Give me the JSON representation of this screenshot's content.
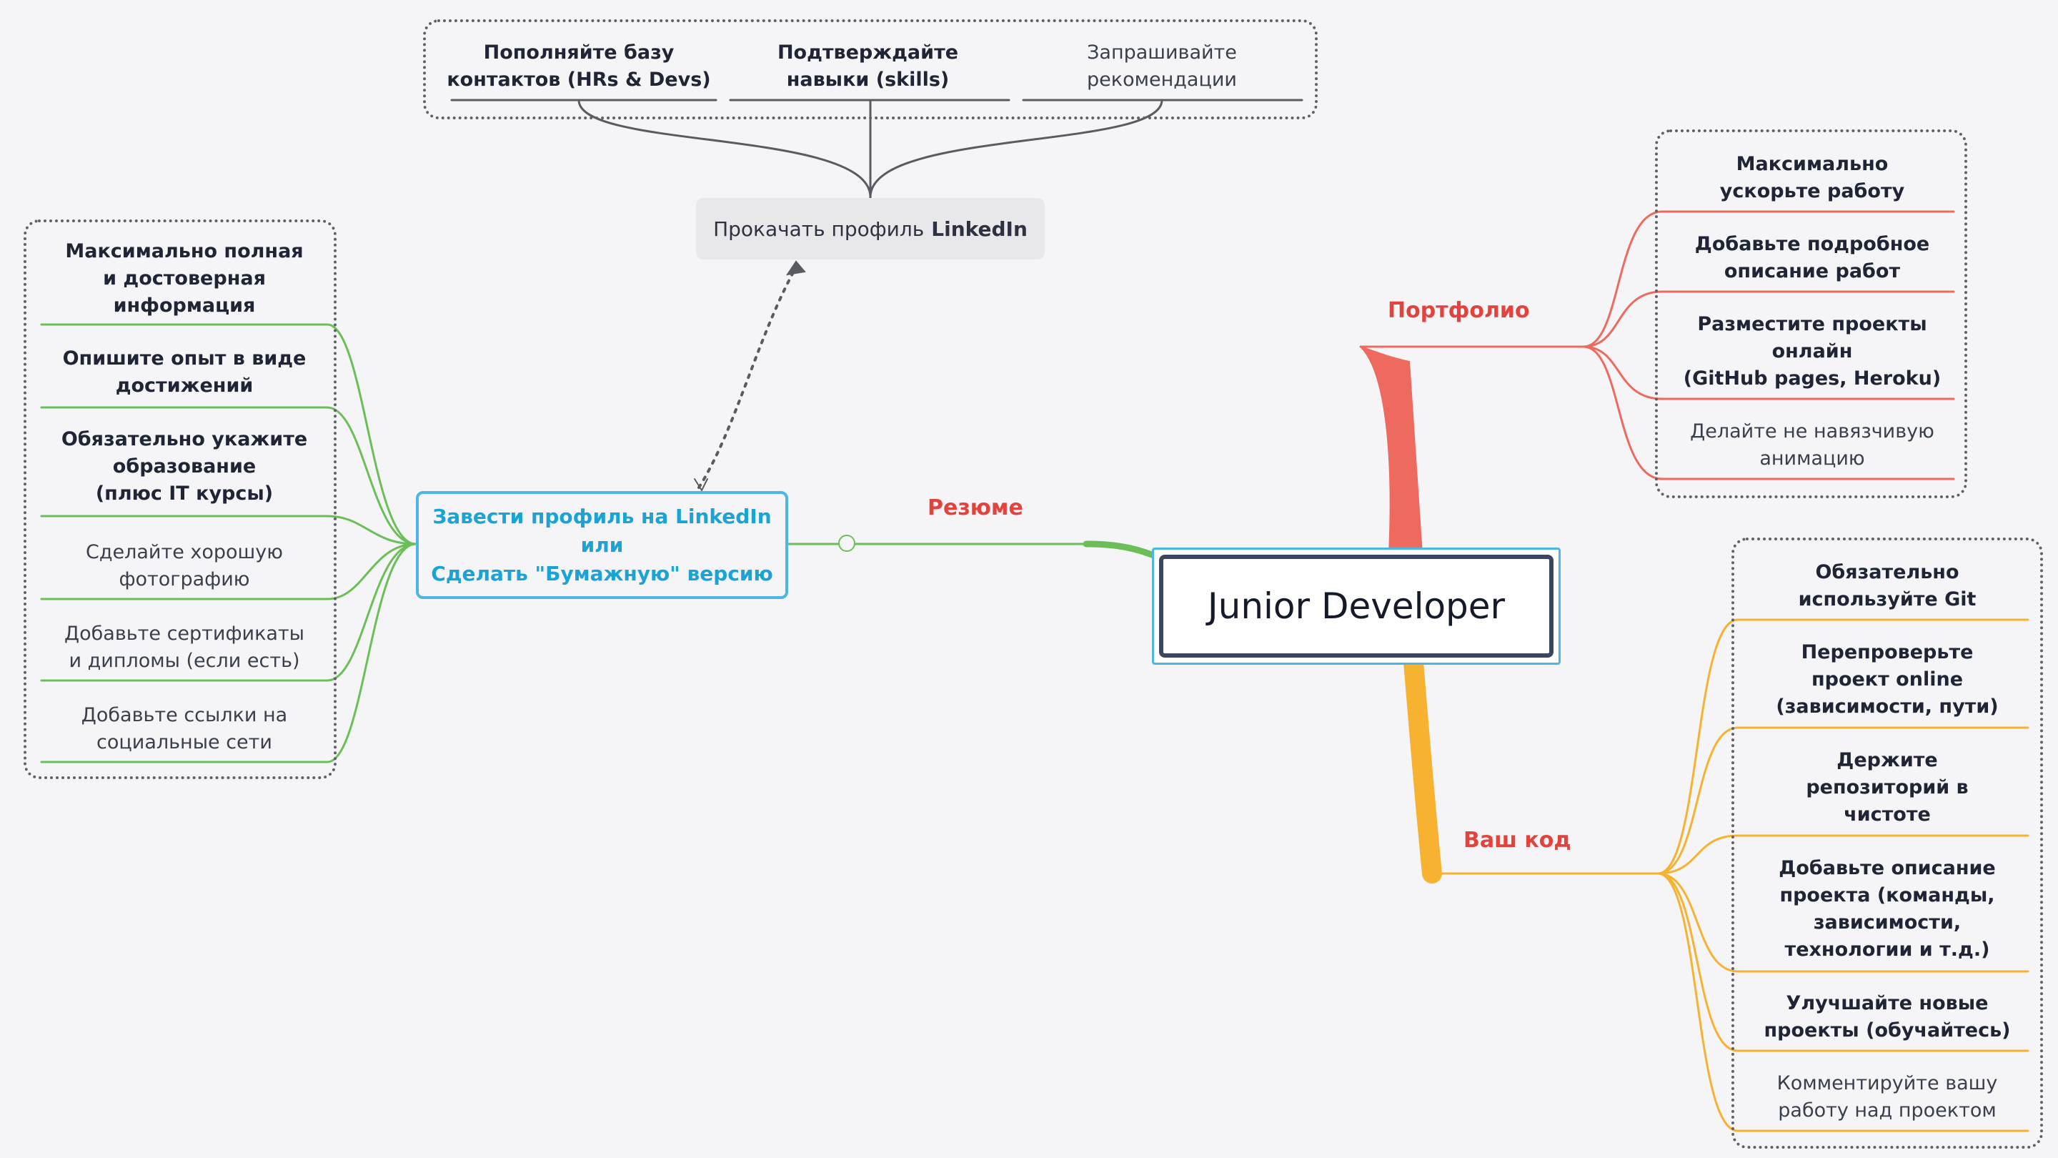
{
  "center": {
    "label": "Junior Developer"
  },
  "colors": {
    "resume": "#6cbf58",
    "portfolio": "#ee6a5e",
    "code": "#f7b232",
    "dotted": "#5a5b62",
    "branch_text": "#e2433c"
  },
  "resume": {
    "branch_label": "Резюме",
    "node_label": "Завести профиль на LinkedIn\nили\nСделать \"Бумажную\" версию",
    "items": [
      {
        "text": "Максимально полная\nи достоверная\nинформация",
        "bold": true
      },
      {
        "text": "Опишите опыт в виде\nдостижений",
        "bold": true
      },
      {
        "text": "Обязательно укажите\nобразование\n(плюс IT курсы)",
        "bold": true
      },
      {
        "text": "Сделайте хорошую\nфотографию",
        "bold": false
      },
      {
        "text": "Добавьте сертификаты\nи дипломы (если есть)",
        "bold": false
      },
      {
        "text": "Добавьте ссылки на\nсоциальные сети",
        "bold": false
      }
    ]
  },
  "linkedin": {
    "node_prefix": "Прокачать профиль",
    "node_bold": "LinkedIn",
    "items": [
      {
        "text": "Пополняйте базу\nконтактов (HRs & Devs)",
        "bold": true
      },
      {
        "text": "Подтверждайте\nнавыки (skills)",
        "bold": true
      },
      {
        "text": "Запрашивайте\nрекомендации",
        "bold": false
      }
    ]
  },
  "portfolio": {
    "branch_label": "Портфолио",
    "items": [
      {
        "text": "Максимально\nускорьте работу",
        "bold": true
      },
      {
        "text": "Добавьте подробное\nописание работ",
        "bold": true
      },
      {
        "text": "Разместите проекты\nонлайн\n(GitHub pages, Heroku)",
        "bold": true
      },
      {
        "text": "Делайте не навязчивую\nанимацию",
        "bold": false
      }
    ]
  },
  "code": {
    "branch_label": "Ваш код",
    "items": [
      {
        "text": "Обязательно\nиспользуйте Git",
        "bold": true
      },
      {
        "text": "Перепроверьте\nпроект online\n(зависимости, пути)",
        "bold": true
      },
      {
        "text": "Держите\nрепозиторий в\nчистоте",
        "bold": true
      },
      {
        "text": "Добавьте описание\nпроекта (команды,\nзависимости,\nтехнологии и т.д.)",
        "bold": true
      },
      {
        "text": "Улучшайте новые\nпроекты (обучайтесь)",
        "bold": true
      },
      {
        "text": "Комментируйте вашу\nработу над проектом",
        "bold": false
      }
    ]
  }
}
